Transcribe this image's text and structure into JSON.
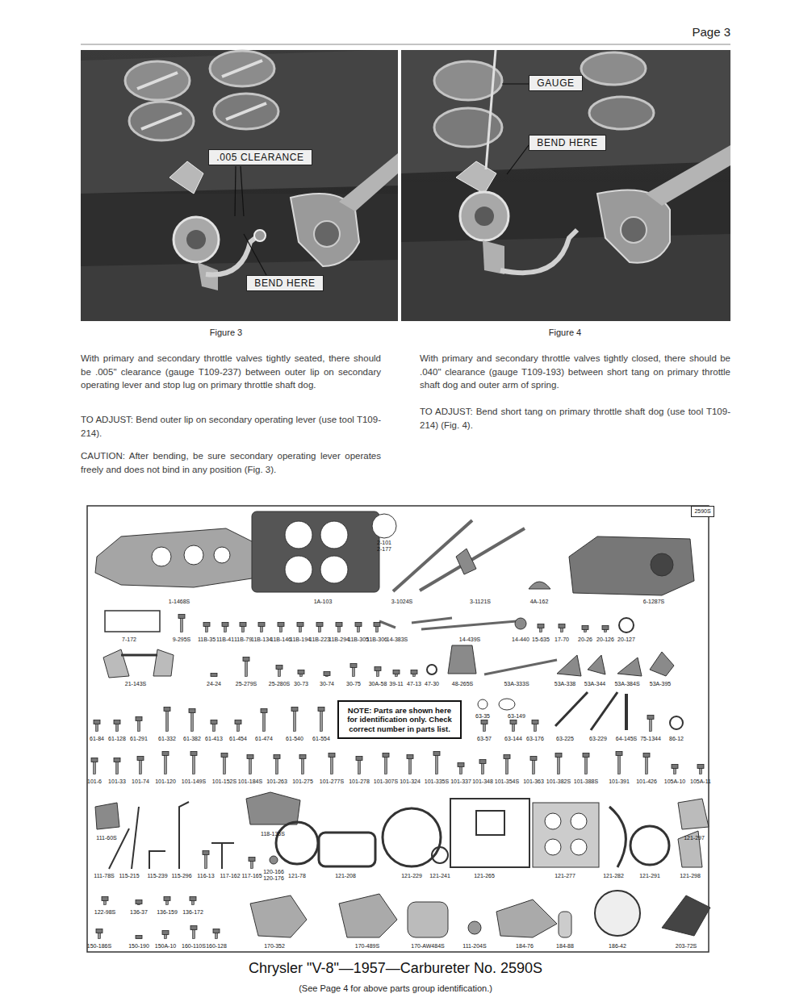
{
  "diagram": {
    "title": "Chrysler \"V-8\"—1957—Carbureter No. 2590S",
    "caption": "(See Page 4 for above parts group identification.)",
    "nodes": [
      {
        "text": [
          ".005 CLEARANCE"
        ]
      },
      {
        "text": [
          "BEND HERE"
        ]
      },
      {
        "text": [
          "GAUGE"
        ]
      },
      {
        "text": [
          "BEND HERE"
        ]
      },
      {
        "text": [
          "2590S"
        ]
      },
      {
        "text": [
          "NOTE: Parts are shown here for identification only. Check correct number in parts list."
        ]
      }
    ],
    "labels": [
      "Page 3",
      "Figure 3",
      "Figure 4",
      "With primary and secondary throttle valves tightly seated, there should be .005\" clearance (gauge T109-237) between outer lip on secondary operating lever and stop lug on primary throttle shaft dog.",
      "TO ADJUST: Bend outer lip on secondary operating lever (use tool T109-214).",
      "CAUTION: After bending, be sure secondary operating lever operates freely and does not bind in any position (Fig. 3).",
      "With primary and secondary throttle valves tightly closed, there should be .040\" clearance (gauge T109-193) between short tang on primary throttle shaft dog and outer arm of spring.",
      "TO ADJUST: Bend short tang on primary throttle shaft dog (use tool T109-214) (Fig. 4).",
      "1-1468S",
      "1A-103",
      "2-101",
      "2-177",
      "3-1024S",
      "3-1121S",
      "4A-162",
      "6-1287S",
      "7-172",
      "9-295S",
      "11B-35",
      "11B-41",
      "11B-79",
      "11B-134",
      "11B-146",
      "11B-194",
      "11B-223",
      "11B-294",
      "11B-305",
      "11B-306",
      "14-383S",
      "14-439S",
      "14-440",
      "15-635",
      "17-70",
      "20-26",
      "20-126",
      "20-127",
      "21-143S",
      "24-24",
      "25-279S",
      "25-280S",
      "30-73",
      "30-74",
      "30-75",
      "30A-58",
      "39-11",
      "47-13",
      "47-30",
      "48-265S",
      "53A-333S",
      "53A-338",
      "53A-344",
      "53A-384S",
      "53A-395",
      "61-84",
      "61-128",
      "61-291",
      "61-332",
      "61-382",
      "61-413",
      "61-454",
      "61-474",
      "61-540",
      "61-554",
      "63-35",
      "63-149",
      "63-57",
      "63-144",
      "63-176",
      "63-225",
      "63-229",
      "64-145S",
      "75-1344",
      "86-12",
      "101-6",
      "101-33",
      "101-74",
      "101-120",
      "101-149S",
      "101-152S",
      "101-184S",
      "101-263",
      "101-275",
      "101-277S",
      "101-278",
      "101-307S",
      "101-324",
      "101-335S",
      "101-337",
      "101-348",
      "101-354S",
      "101-363",
      "101-382S",
      "101-388S",
      "101-391",
      "101-426",
      "105A-10",
      "105A-11",
      "111-60S",
      "118-135S",
      "121-297",
      "111-78S",
      "115-215",
      "115-239",
      "115-296",
      "116-13",
      "117-162",
      "117-165",
      "120-166",
      "120-176",
      "121-78",
      "121-208",
      "121-229",
      "121-241",
      "121-265",
      "121-277",
      "121-282",
      "121-291",
      "121-298",
      "122-98S",
      "136-37",
      "136-159",
      "136-172",
      "150-186S",
      "150-190",
      "150A-10",
      "160-110S",
      "160-128",
      "170-352",
      "170-489S",
      "170-AW484S",
      "111-204S",
      "184-76",
      "184-88",
      "186-42",
      "203-72S"
    ]
  }
}
